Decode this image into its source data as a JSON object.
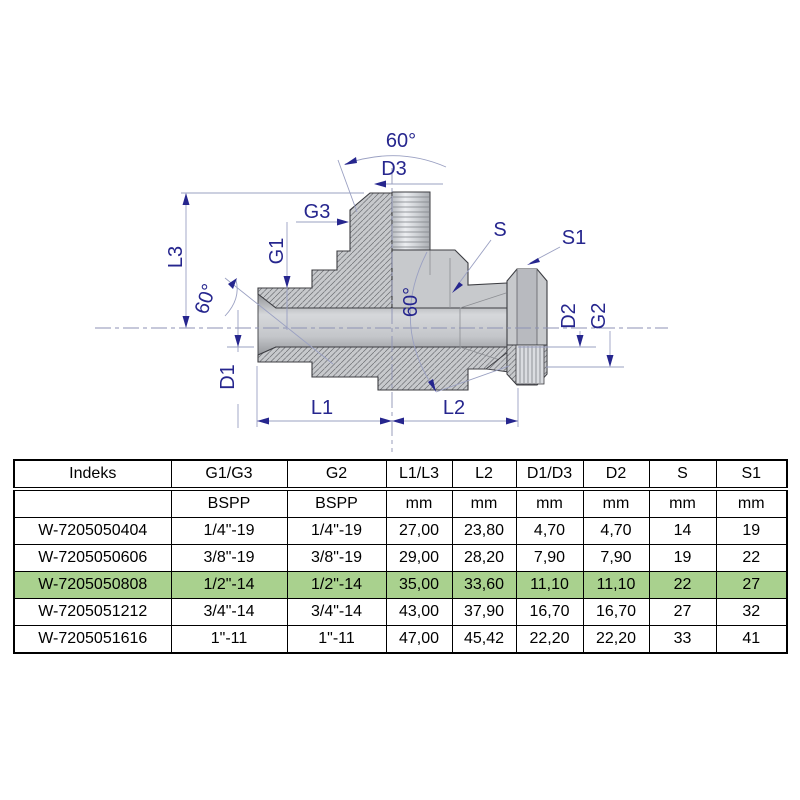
{
  "drawing": {
    "labels": {
      "angle_top": "60°",
      "d3": "D3",
      "g3": "G3",
      "g1": "G1",
      "l3": "L3",
      "angle_left": "60°",
      "d1": "D1",
      "s": "S",
      "s1": "S1",
      "angle_mid": "60°",
      "d2": "D2",
      "g2": "G2",
      "l1": "L1",
      "l2": "L2"
    },
    "colors": {
      "label": "#26268e",
      "dimension_line": "#9aa0c2",
      "centerline": "#8d92b4",
      "outline": "#3c3d42",
      "body_fill": "#c7c9cc",
      "thread_fill": "#dadce0",
      "hatch_line": "#6b6d72"
    }
  },
  "table": {
    "columns": [
      "Indeks",
      "G1/G3",
      "G2",
      "L1/L3",
      "L2",
      "D1/D3",
      "D2",
      "S",
      "S1"
    ],
    "units": [
      "",
      "BSPP",
      "BSPP",
      "mm",
      "mm",
      "mm",
      "mm",
      "mm",
      "mm"
    ],
    "rows": [
      {
        "highlight": false,
        "cells": [
          "W-7205050404",
          "1/4\"-19",
          "1/4\"-19",
          "27,00",
          "23,80",
          "4,70",
          "4,70",
          "14",
          "19"
        ]
      },
      {
        "highlight": false,
        "cells": [
          "W-7205050606",
          "3/8\"-19",
          "3/8\"-19",
          "29,00",
          "28,20",
          "7,90",
          "7,90",
          "19",
          "22"
        ]
      },
      {
        "highlight": true,
        "cells": [
          "W-7205050808",
          "1/2\"-14",
          "1/2\"-14",
          "35,00",
          "33,60",
          "11,10",
          "11,10",
          "22",
          "27"
        ]
      },
      {
        "highlight": false,
        "cells": [
          "W-7205051212",
          "3/4\"-14",
          "3/4\"-14",
          "43,00",
          "37,90",
          "16,70",
          "16,70",
          "27",
          "32"
        ]
      },
      {
        "highlight": false,
        "cells": [
          "W-7205051616",
          "1\"-11",
          "1\"-11",
          "47,00",
          "45,42",
          "22,20",
          "22,20",
          "33",
          "41"
        ]
      }
    ],
    "highlighted_row": "W-7205050808",
    "highlight_color": "#a9d18e"
  }
}
